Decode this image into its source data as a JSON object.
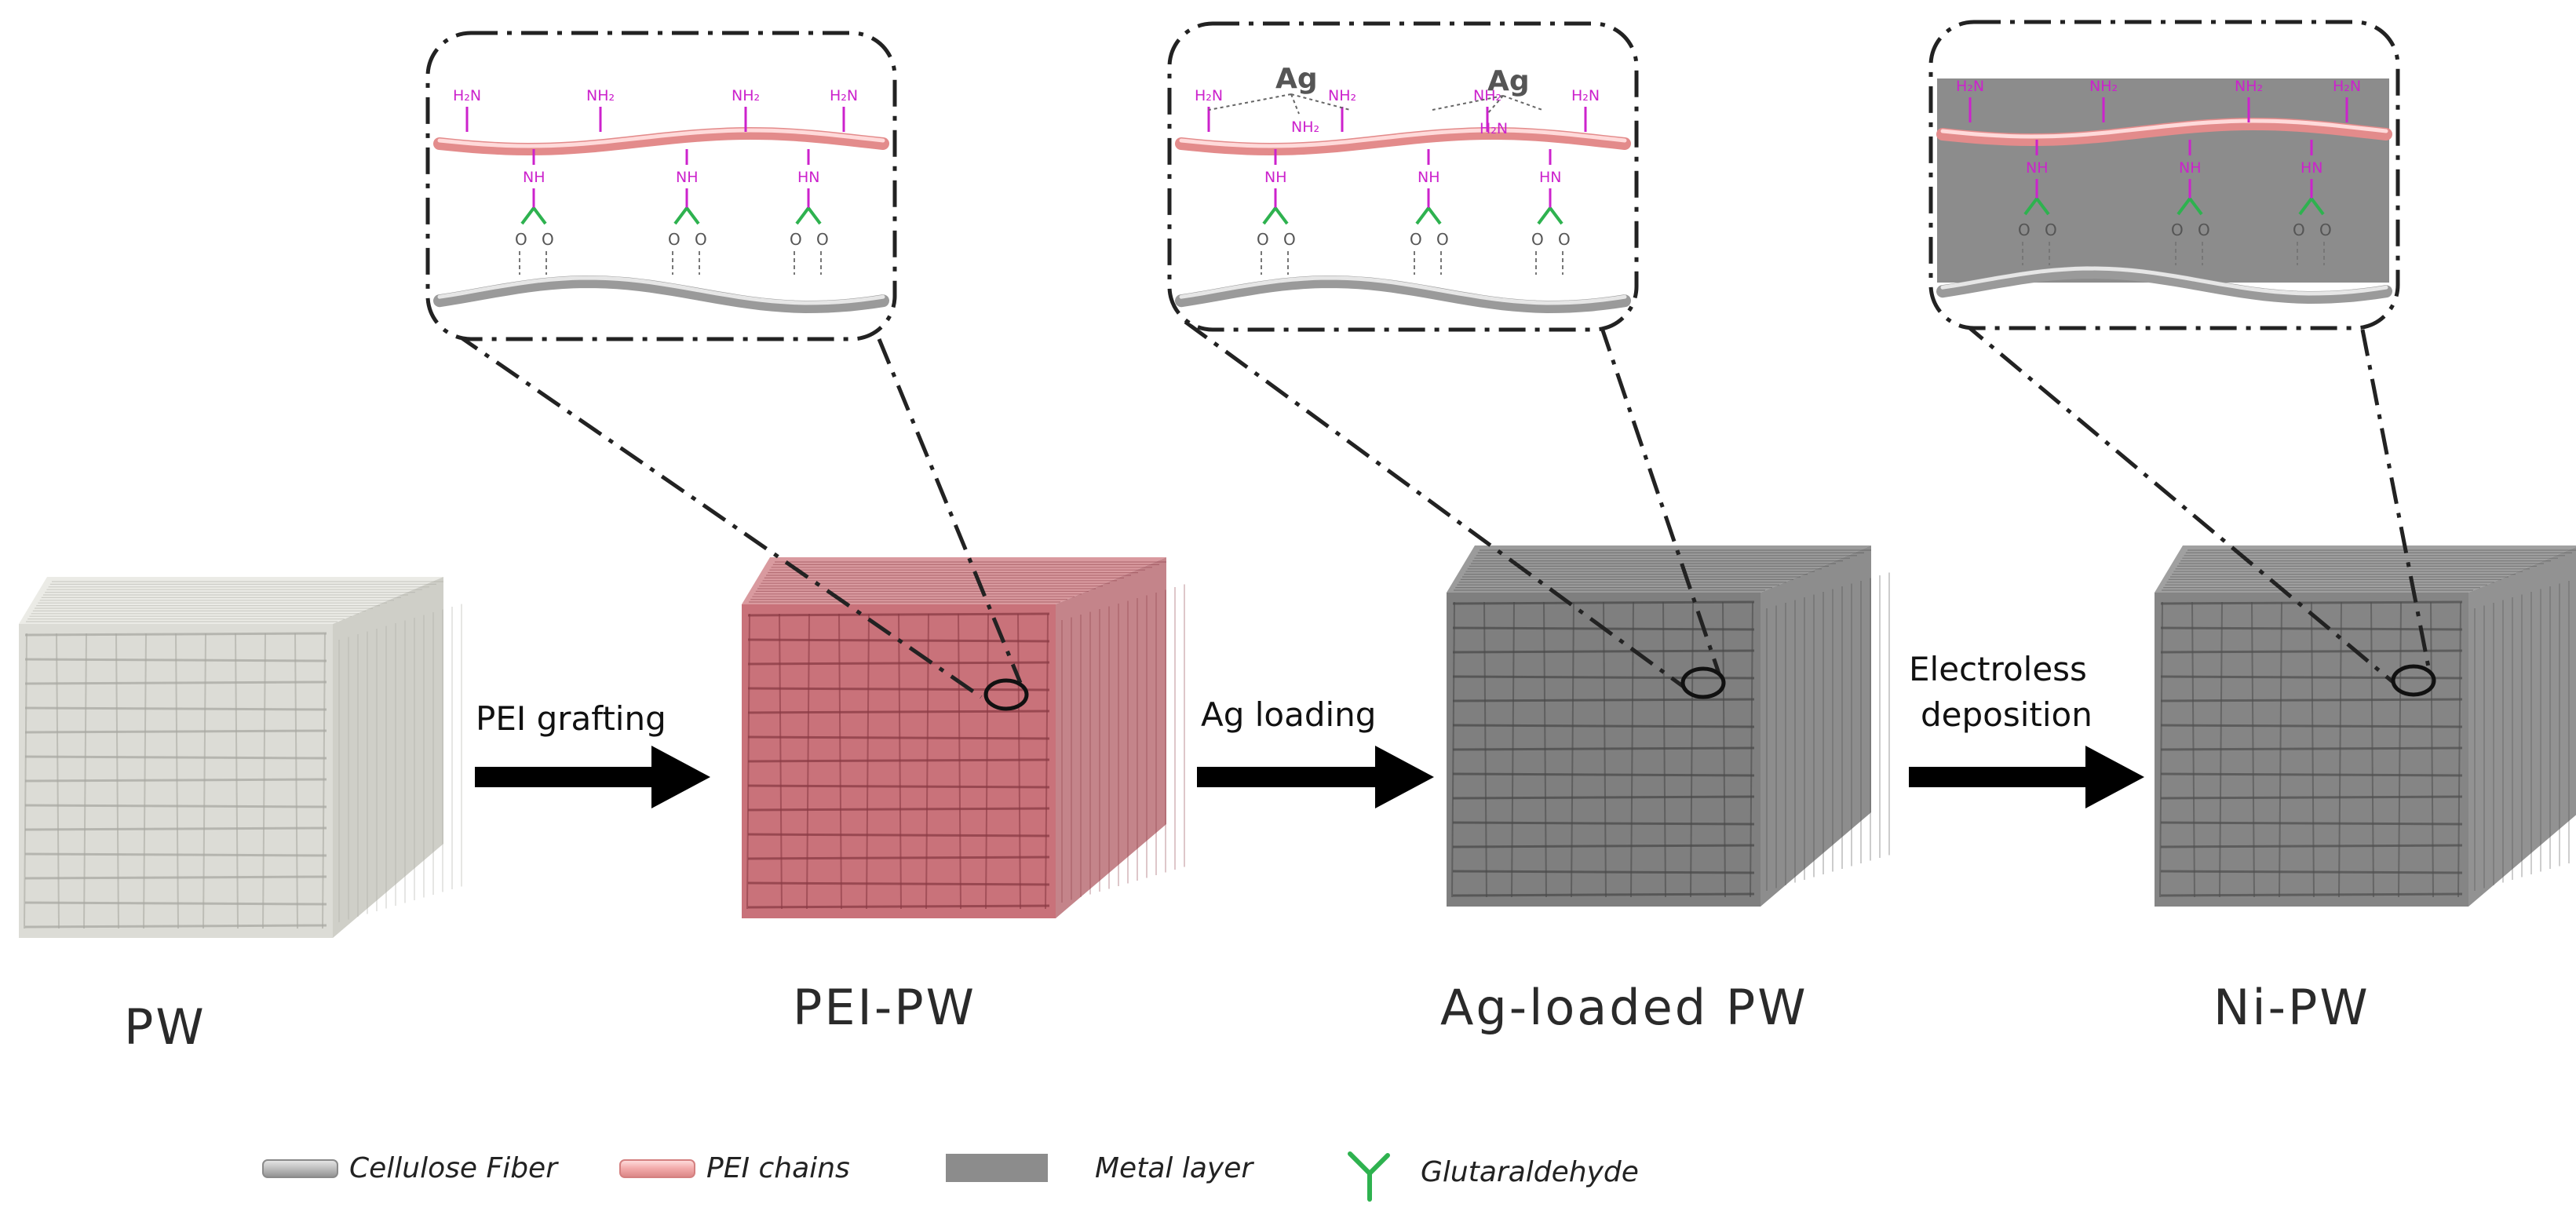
{
  "stages": [
    {
      "label": "PW",
      "face": "#dcdcd6",
      "top": "#ebebe6",
      "side": "#cfcfc8",
      "line": "#a9a9a2"
    },
    {
      "label": "PEI-PW",
      "face": "#c9727a",
      "top": "#d99a9f",
      "side": "#c4848a",
      "line": "#8a3a44"
    },
    {
      "label": "Ag-loaded PW",
      "face": "#7f7f7f",
      "top": "#9b9b9b",
      "side": "#8d8d8d",
      "line": "#4a4a4a"
    },
    {
      "label": "Ni-PW",
      "face": "#858585",
      "top": "#a0a0a0",
      "side": "#929292",
      "line": "#505050"
    }
  ],
  "steps": [
    {
      "lines": [
        "PEI grafting"
      ]
    },
    {
      "lines": [
        "Ag loading"
      ]
    },
    {
      "lines": [
        "Electroless",
        "deposition"
      ]
    }
  ],
  "chem_labels": {
    "h2n": "H₂N",
    "nh2": "NH₂",
    "nh": "NH",
    "hn": "HN",
    "o": "O",
    "ag": "Ag"
  },
  "legend": [
    {
      "label": "Cellulose Fiber",
      "kind": "fiber"
    },
    {
      "label": "PEI chains",
      "kind": "pei"
    },
    {
      "label": "Metal layer",
      "kind": "metal"
    },
    {
      "label": "Glutaraldehyde",
      "kind": "glut"
    }
  ],
  "colors": {
    "cellulose": "#bdbdbd",
    "pei": "#f2a9a9",
    "metal": "#8c8c8c",
    "glutaraldehyde": "#2eb24f",
    "amine": "#cc22cc",
    "arrow": "#000000"
  }
}
